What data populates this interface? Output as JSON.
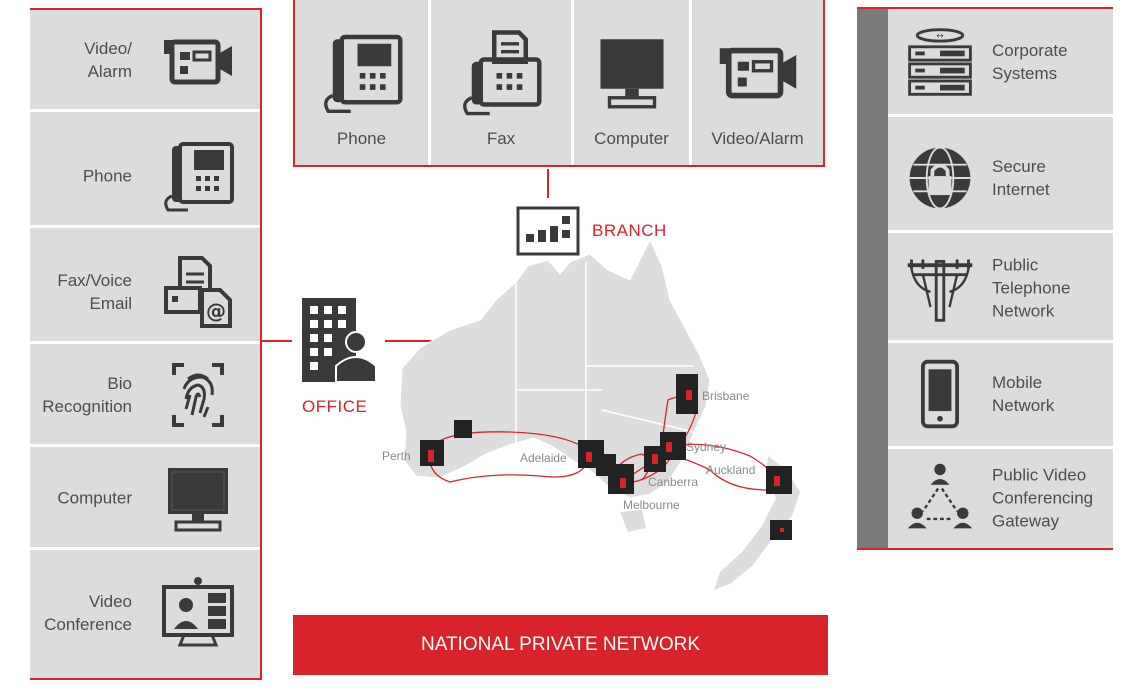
{
  "left_panel": {
    "items": [
      {
        "label": "Video/\nAlarm",
        "icon": "video-camera-icon"
      },
      {
        "label": "Phone",
        "icon": "phone-icon"
      },
      {
        "label": "Fax/Voice\nEmail",
        "icon": "fax-email-icon"
      },
      {
        "label": "Bio\nRecognition",
        "icon": "fingerprint-icon"
      },
      {
        "label": "Computer",
        "icon": "monitor-icon"
      },
      {
        "label": "Video\nConference",
        "icon": "video-conference-icon"
      }
    ]
  },
  "top_panel": {
    "items": [
      {
        "label": "Phone",
        "icon": "phone-icon"
      },
      {
        "label": "Fax",
        "icon": "fax-icon"
      },
      {
        "label": "Computer",
        "icon": "monitor-icon"
      },
      {
        "label": "Video/Alarm",
        "icon": "video-camera-icon"
      }
    ]
  },
  "right_panel": {
    "items": [
      {
        "label": "Corporate\nSystems",
        "icon": "server-icon"
      },
      {
        "label": "Secure\nInternet",
        "icon": "secure-globe-icon"
      },
      {
        "label": "Public\nTelephone\nNetwork",
        "icon": "telephone-pole-icon"
      },
      {
        "label": "Mobile\nNetwork",
        "icon": "mobile-phone-icon"
      },
      {
        "label": "Public Video\nConferencing\nGateway",
        "icon": "network-people-icon"
      }
    ]
  },
  "map": {
    "branch_label": "BRANCH",
    "office_label": "OFFICE",
    "cities": [
      "Perth",
      "Adelaide",
      "Melbourne",
      "Canberra",
      "Sydney",
      "Brisbane",
      "Auckland"
    ]
  },
  "banner": {
    "label": "NATIONAL PRIVATE NETWORK"
  },
  "colors": {
    "accent": "#d9232b",
    "panel": "#dcdcdc",
    "bar": "#7a7a7a",
    "icon": "#3a3a3a"
  }
}
